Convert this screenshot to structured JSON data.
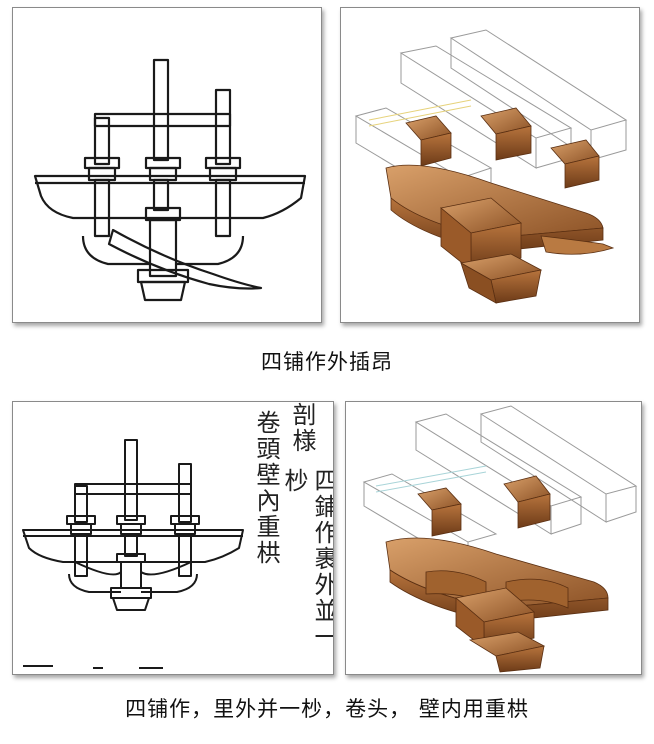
{
  "figure_top": {
    "caption": "四铺作外插昂"
  },
  "figure_bottom": {
    "caption": "四铺作，里外并一杪，卷头， 壁内用重栱",
    "annotation_col1": "剖様",
    "annotation_col2": "四鋪作裹外並一杪",
    "annotation_col3": "卷頭壁內重栱"
  },
  "colors": {
    "wood_light": "#c98a52",
    "wood_dark": "#7a4520",
    "wood_mid": "#a5652f",
    "ink": "#1a1a1a"
  }
}
